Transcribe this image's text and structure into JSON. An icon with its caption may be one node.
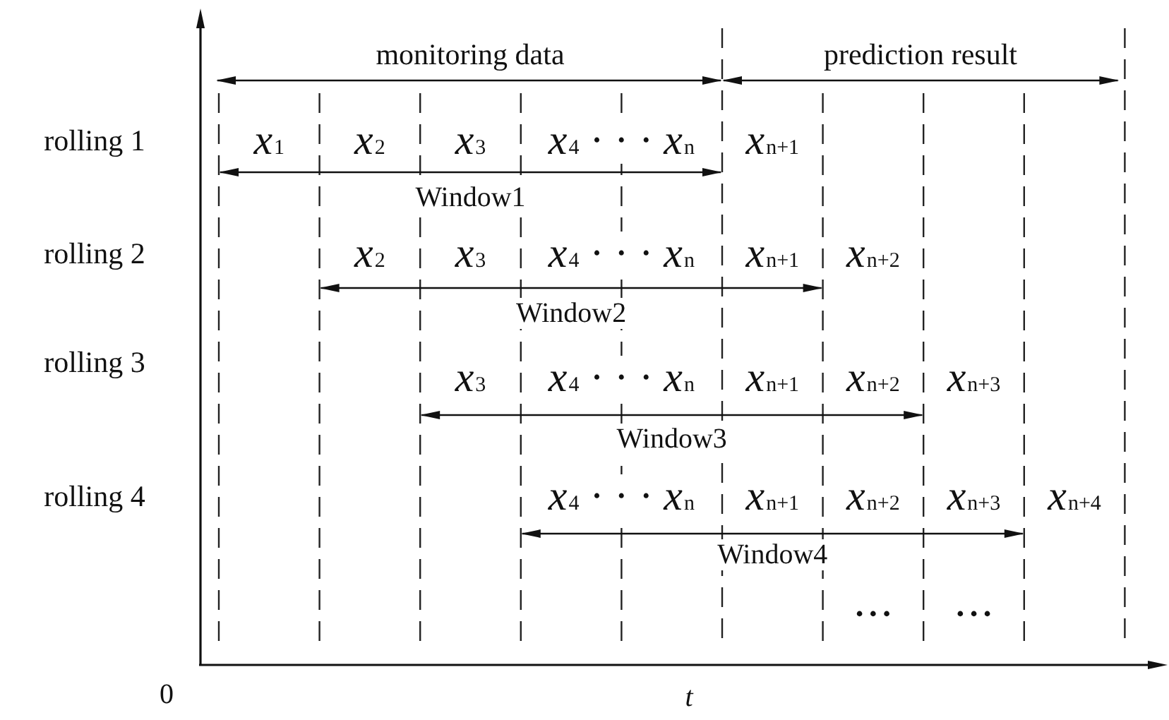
{
  "diagram": {
    "labels": [
      "monitoring data",
      "prediction result",
      "rolling 1",
      "*x*$_{1}$",
      "*x*$_{2}$",
      "*x*$_{3}$",
      "*x*$_{4}$ · · · *x*$_{n}$",
      "*x*$_{n+1}$",
      "Window1",
      "rolling 2",
      "*x*$_{2}$",
      "*x*$_{3}$",
      "*x*$_{4}$ · · · *x*$_{n}$",
      "*x*$_{n+1}$",
      "*x*$_{n+2}$",
      "Window2",
      "rolling 3",
      "*x*$_{3}$",
      "*x*$_{4}$ · · · *x*$_{n}$",
      "*x*$_{n+1}$",
      "*x*$_{n+2}$",
      "*x*$_{n+3}$",
      "Window3",
      "rolling 4",
      "*x*$_{4}$ · · · *x*$_{n}$",
      "*x*$_{n+1}$",
      "*x*$_{n+2}$",
      "*x*$_{n+3}$",
      "*x*$_{n+4}$",
      "Window4",
      "• • •",
      "• • •",
      "0",
      "t"
    ]
  }
}
